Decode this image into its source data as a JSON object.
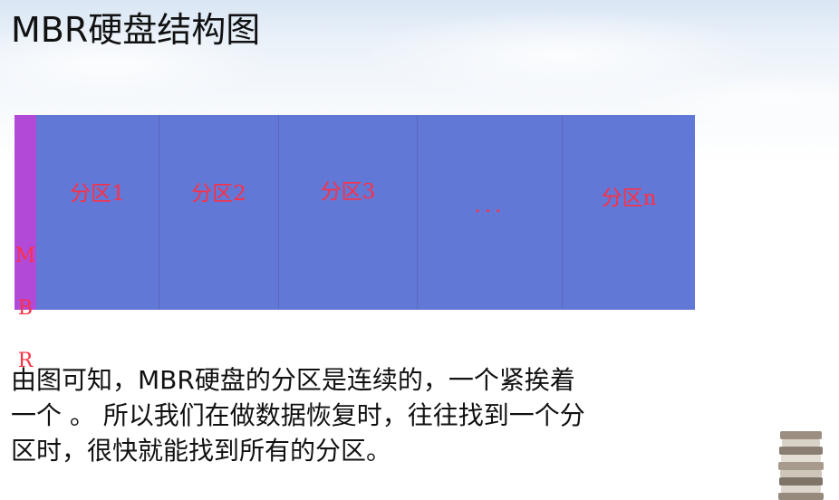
{
  "slide": {
    "title": "MBR硬盘结构图",
    "diagram": {
      "mbr_letters": [
        "M",
        "B",
        "R"
      ],
      "partitions": [
        "分区1",
        "分区2",
        "分区3",
        "...",
        "分区n"
      ],
      "colors": {
        "disk": "#6278d6",
        "mbr": "#b24ad8",
        "label": "#ff2f44"
      }
    },
    "body_lines": [
      "由图可知，MBR硬盘的分区是连续的，一个紧挨着",
      "一个 。 所以我们在做数据恢复时，往往找到一个分",
      "区时，很快就能找到所有的分区。"
    ],
    "decoration_icon": "book-stack-icon"
  }
}
